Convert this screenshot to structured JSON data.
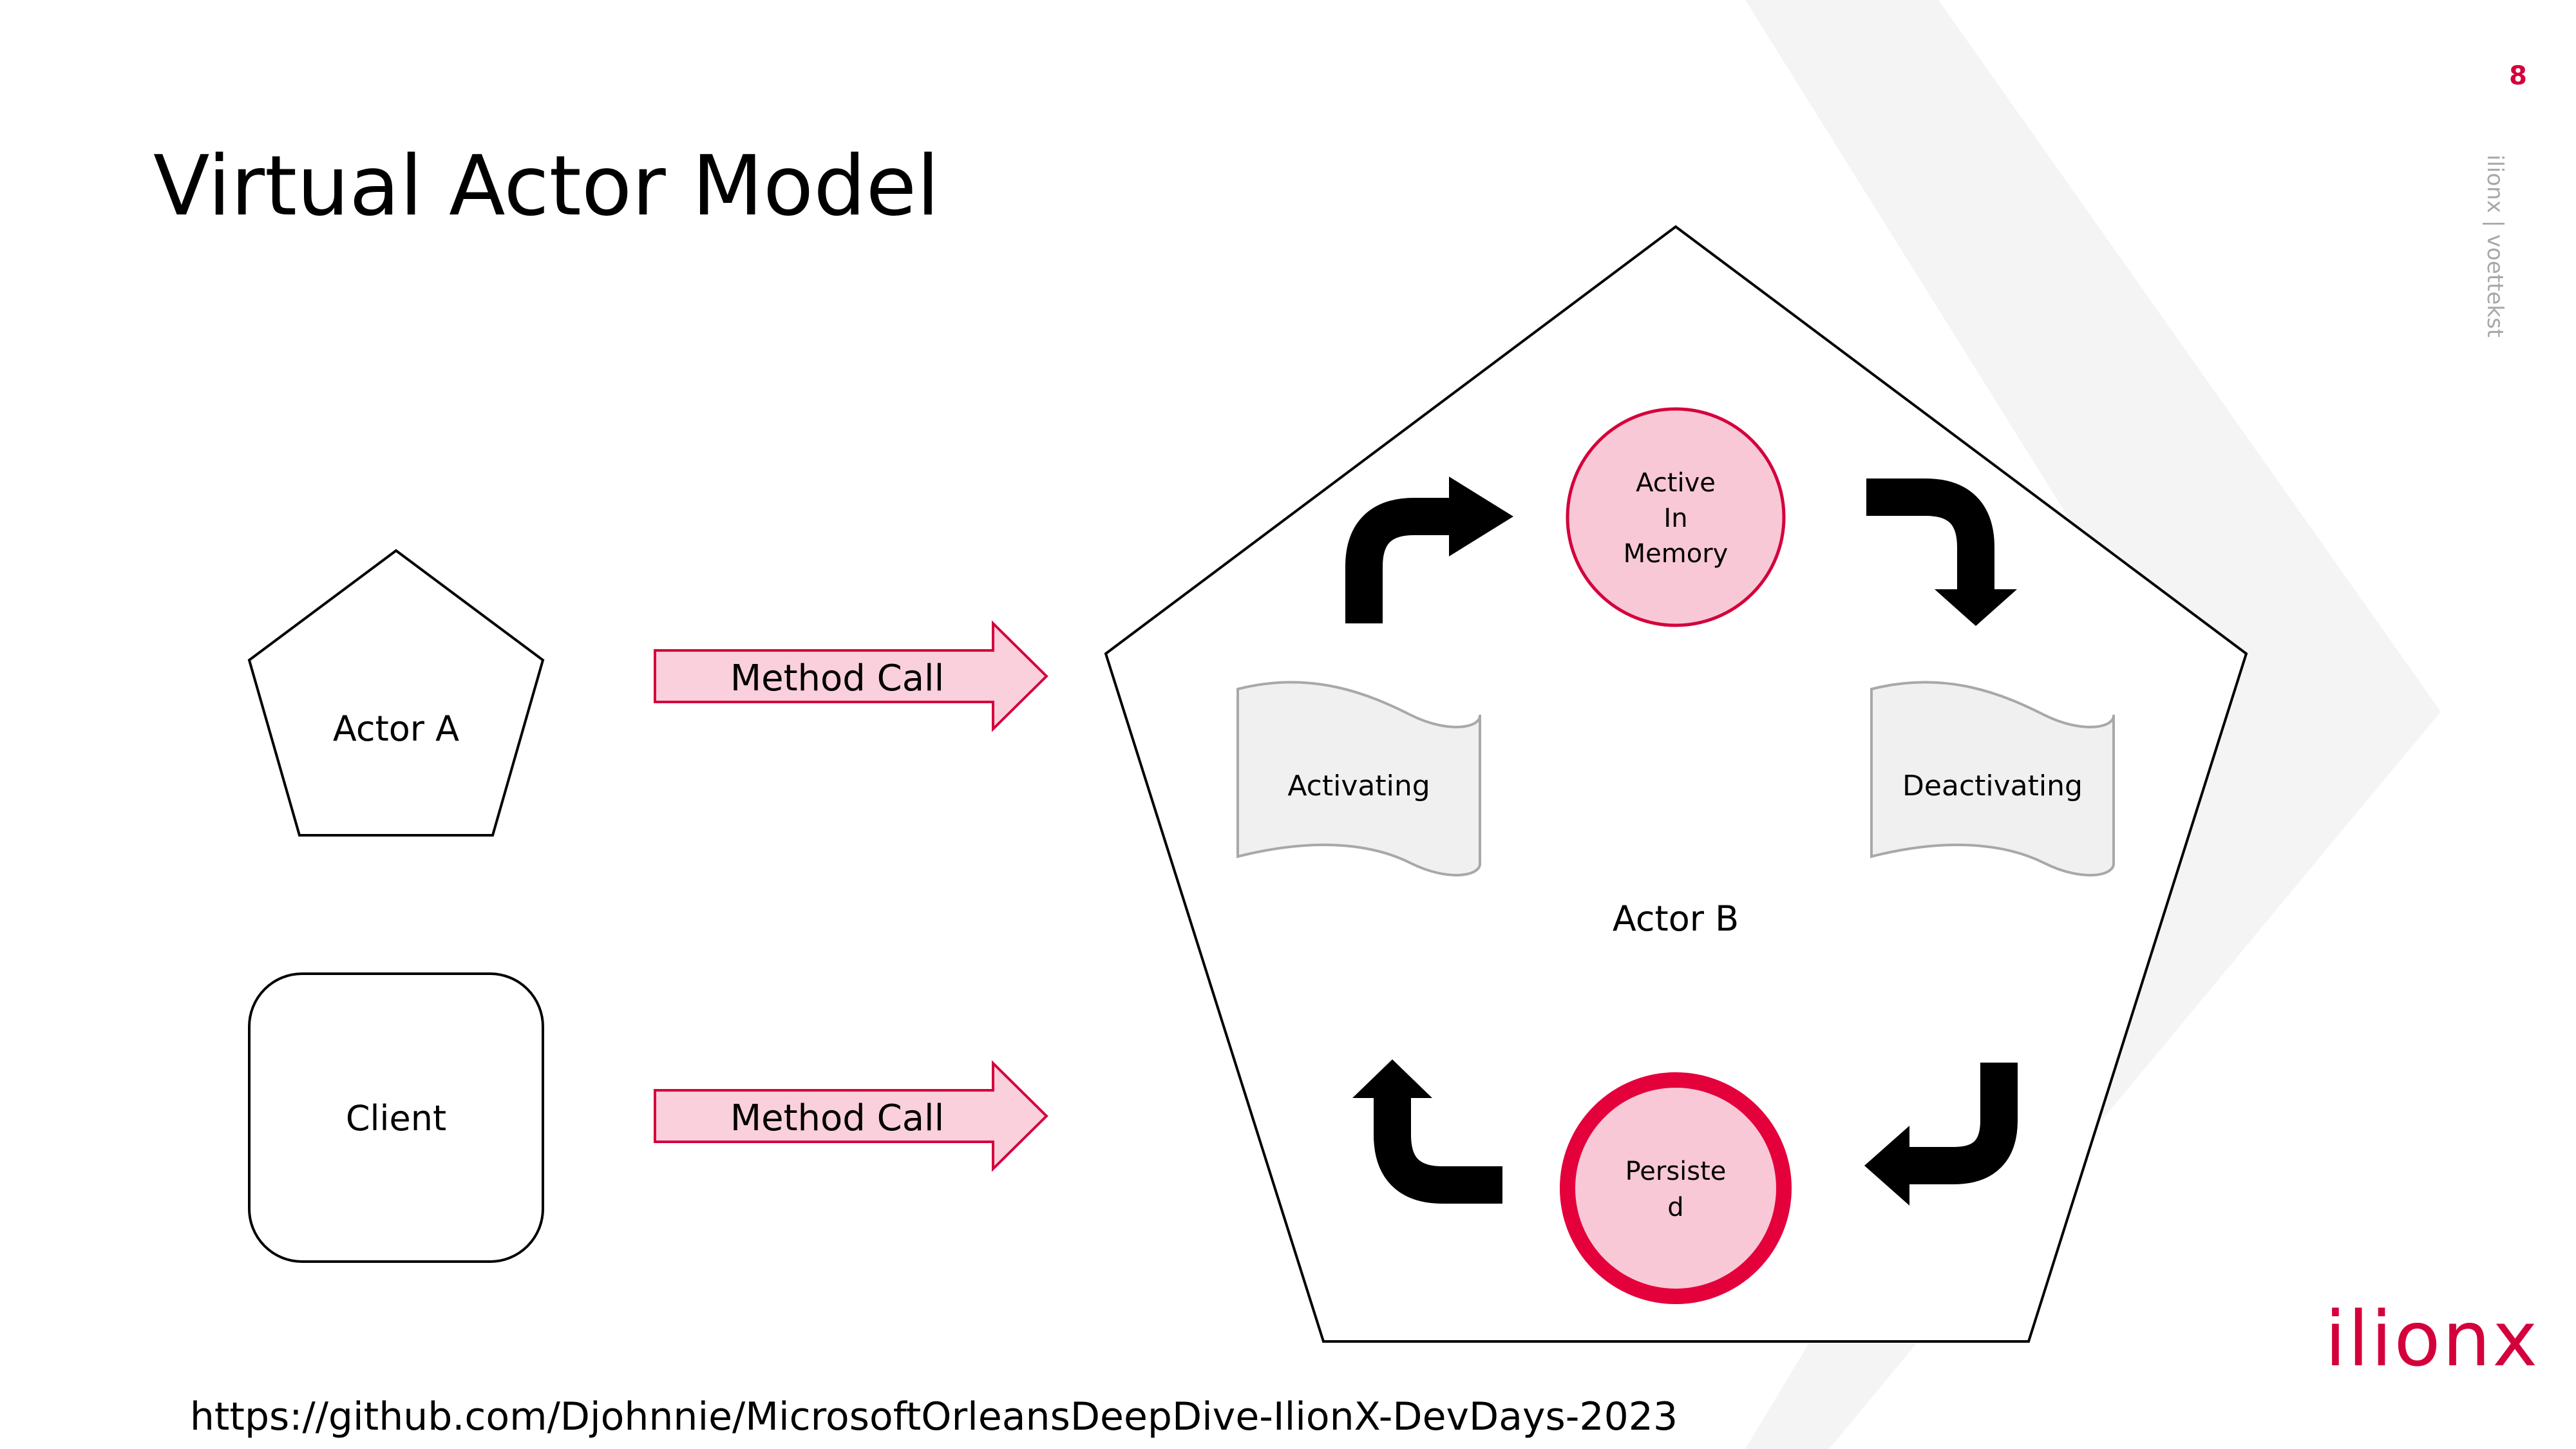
{
  "slide": {
    "title": "Virtual Actor Model",
    "page_number": "8",
    "footer_text": "ilionx | voettekst",
    "logo_text": "ilionx",
    "source_url": "https://github.com/Djohnnie/MicrosoftOrleansDeepDive-IlionX-DevDays-2023"
  },
  "diagram": {
    "actor_a_label": "Actor A",
    "client_label": "Client",
    "method_call_1": "Method Call",
    "method_call_2": "Method Call",
    "actor_b_label": "Actor B",
    "active_state_lines": [
      "Active",
      "In",
      "Memory"
    ],
    "persisted_state_lines": [
      "Persiste",
      "d"
    ],
    "activating_label": "Activating",
    "deactivating_label": "Deactivating"
  },
  "colors": {
    "accent": "#d4003c",
    "pink_fill": "#f8c8d6",
    "arrow_fill": "#f9d0dc",
    "doc_fill": "#f0f0f0",
    "doc_stroke": "#a8a8a8",
    "chevron_bg": "#f4f4f4"
  }
}
